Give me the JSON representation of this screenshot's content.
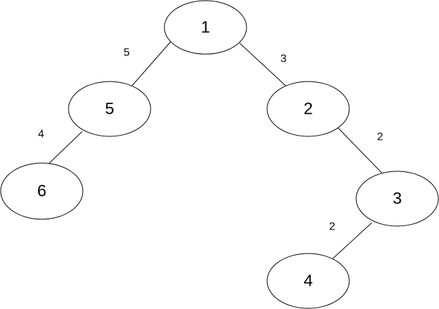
{
  "diagram": {
    "nodes": [
      {
        "id": "n1",
        "label": "1"
      },
      {
        "id": "n5",
        "label": "5"
      },
      {
        "id": "n2",
        "label": "2"
      },
      {
        "id": "n6",
        "label": "6"
      },
      {
        "id": "n3",
        "label": "3"
      },
      {
        "id": "n4",
        "label": "4"
      }
    ],
    "edges": [
      {
        "from": "n1",
        "to": "n5",
        "weight": "5"
      },
      {
        "from": "n1",
        "to": "n2",
        "weight": "3"
      },
      {
        "from": "n5",
        "to": "n6",
        "weight": "4"
      },
      {
        "from": "n2",
        "to": "n3",
        "weight": "2"
      },
      {
        "from": "n3",
        "to": "n4",
        "weight": "2"
      }
    ]
  }
}
